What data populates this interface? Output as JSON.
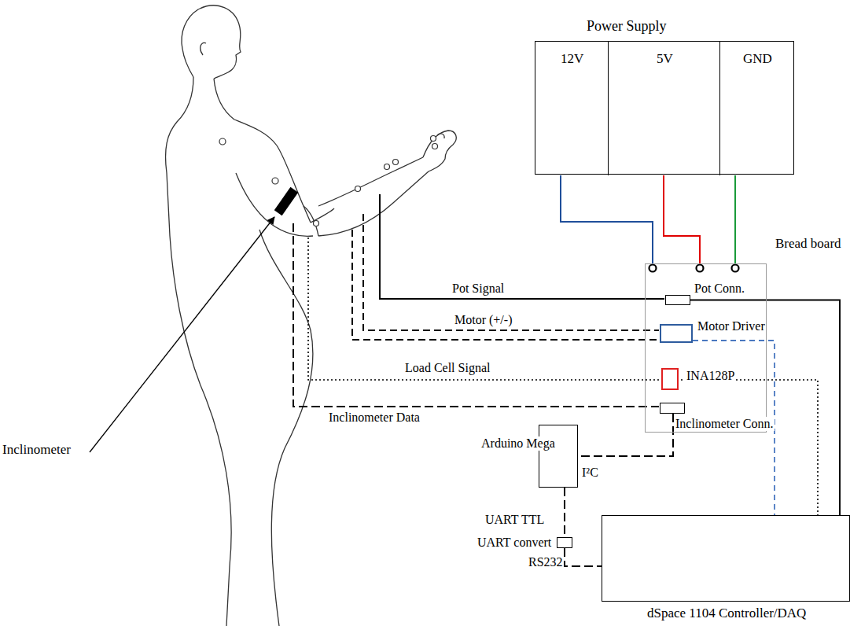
{
  "diagram": {
    "nodes": [
      {
        "text": [
          "Power Supply"
        ]
      },
      {
        "text": [
          "12V"
        ],
        "in": 0
      },
      {
        "text": [
          "5V"
        ],
        "in": 0
      },
      {
        "text": [
          "GND"
        ],
        "in": 0
      },
      {
        "text": [
          "Bread board"
        ]
      },
      {
        "text": [
          "Pot Conn."
        ],
        "in": 4
      },
      {
        "text": [
          "Motor Driver"
        ],
        "in": 4
      },
      {
        "text": [
          "INA128P"
        ],
        "in": 4
      },
      {
        "text": [
          "Inclinometer Conn."
        ],
        "in": 4
      },
      {
        "text": [
          "Arduino Mega"
        ]
      },
      {
        "text": [
          "UART convert"
        ]
      },
      {
        "text": [
          "dSpace 1104 Controller/DAQ"
        ]
      }
    ],
    "edges": [
      {
        "from": 1,
        "to": 4,
        "arrow": "none"
      },
      {
        "from": 2,
        "to": 4,
        "arrow": "none"
      },
      {
        "from": 3,
        "to": 4,
        "arrow": "none"
      },
      {
        "from": 5,
        "to": 11,
        "arrow": "none"
      },
      {
        "from": 6,
        "to": 11,
        "arrow": "none"
      },
      {
        "from": 8,
        "to": 9,
        "label": "I²C",
        "arrow": "none"
      },
      {
        "from": 9,
        "to": 10,
        "label": "UART TTL",
        "arrow": "none"
      },
      {
        "from": 10,
        "to": 11,
        "label": "RS232",
        "arrow": "none"
      }
    ],
    "labels": [
      "Inclinometer",
      "Pot Signal",
      "Motor (+/-)",
      "Load Cell Signal",
      "Inclinometer Data"
    ]
  }
}
